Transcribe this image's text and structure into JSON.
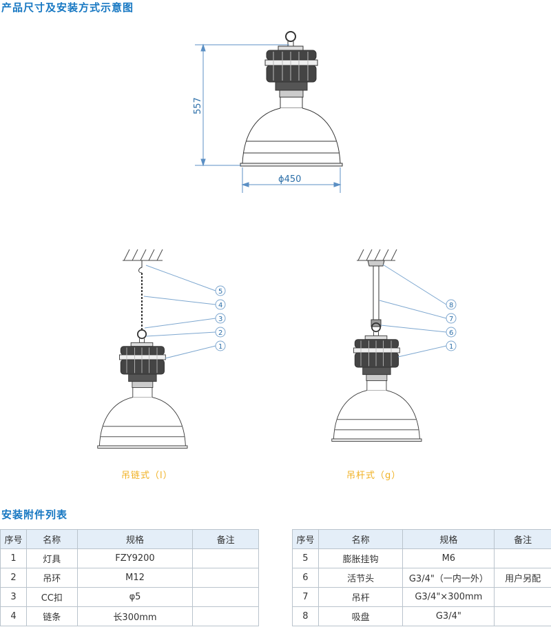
{
  "section1_title": "产品尺寸及安装方式示意图",
  "dimensions": {
    "height": "557",
    "diameter": "ϕ450"
  },
  "chain_mount": {
    "caption": "吊链式（l）",
    "callouts": [
      "5",
      "4",
      "3",
      "2",
      "1"
    ]
  },
  "rod_mount": {
    "caption": "吊杆式（g）",
    "callouts": [
      "8",
      "7",
      "6",
      "1"
    ]
  },
  "section2_title": "安装附件列表",
  "table": {
    "headers": [
      "序号",
      "名称",
      "规格",
      "备注"
    ],
    "left_rows": [
      [
        "1",
        "灯具",
        "FZY9200",
        ""
      ],
      [
        "2",
        "吊环",
        "M12",
        ""
      ],
      [
        "3",
        "CC扣",
        "φ5",
        ""
      ],
      [
        "4",
        "链条",
        "长300mm",
        ""
      ]
    ],
    "right_rows": [
      [
        "5",
        "膨胀挂钩",
        "M6",
        ""
      ],
      [
        "6",
        "活节头",
        "G3/4\"（一内一外）",
        "用户另配"
      ],
      [
        "7",
        "吊杆",
        "G3/4\"×300mm",
        ""
      ],
      [
        "8",
        "吸盘",
        "G3/4\"",
        ""
      ]
    ]
  },
  "colors": {
    "title": "#1677c2",
    "caption": "#f0b020",
    "dimension": "#2b6ea8",
    "header_bg": "#e4eef8"
  }
}
